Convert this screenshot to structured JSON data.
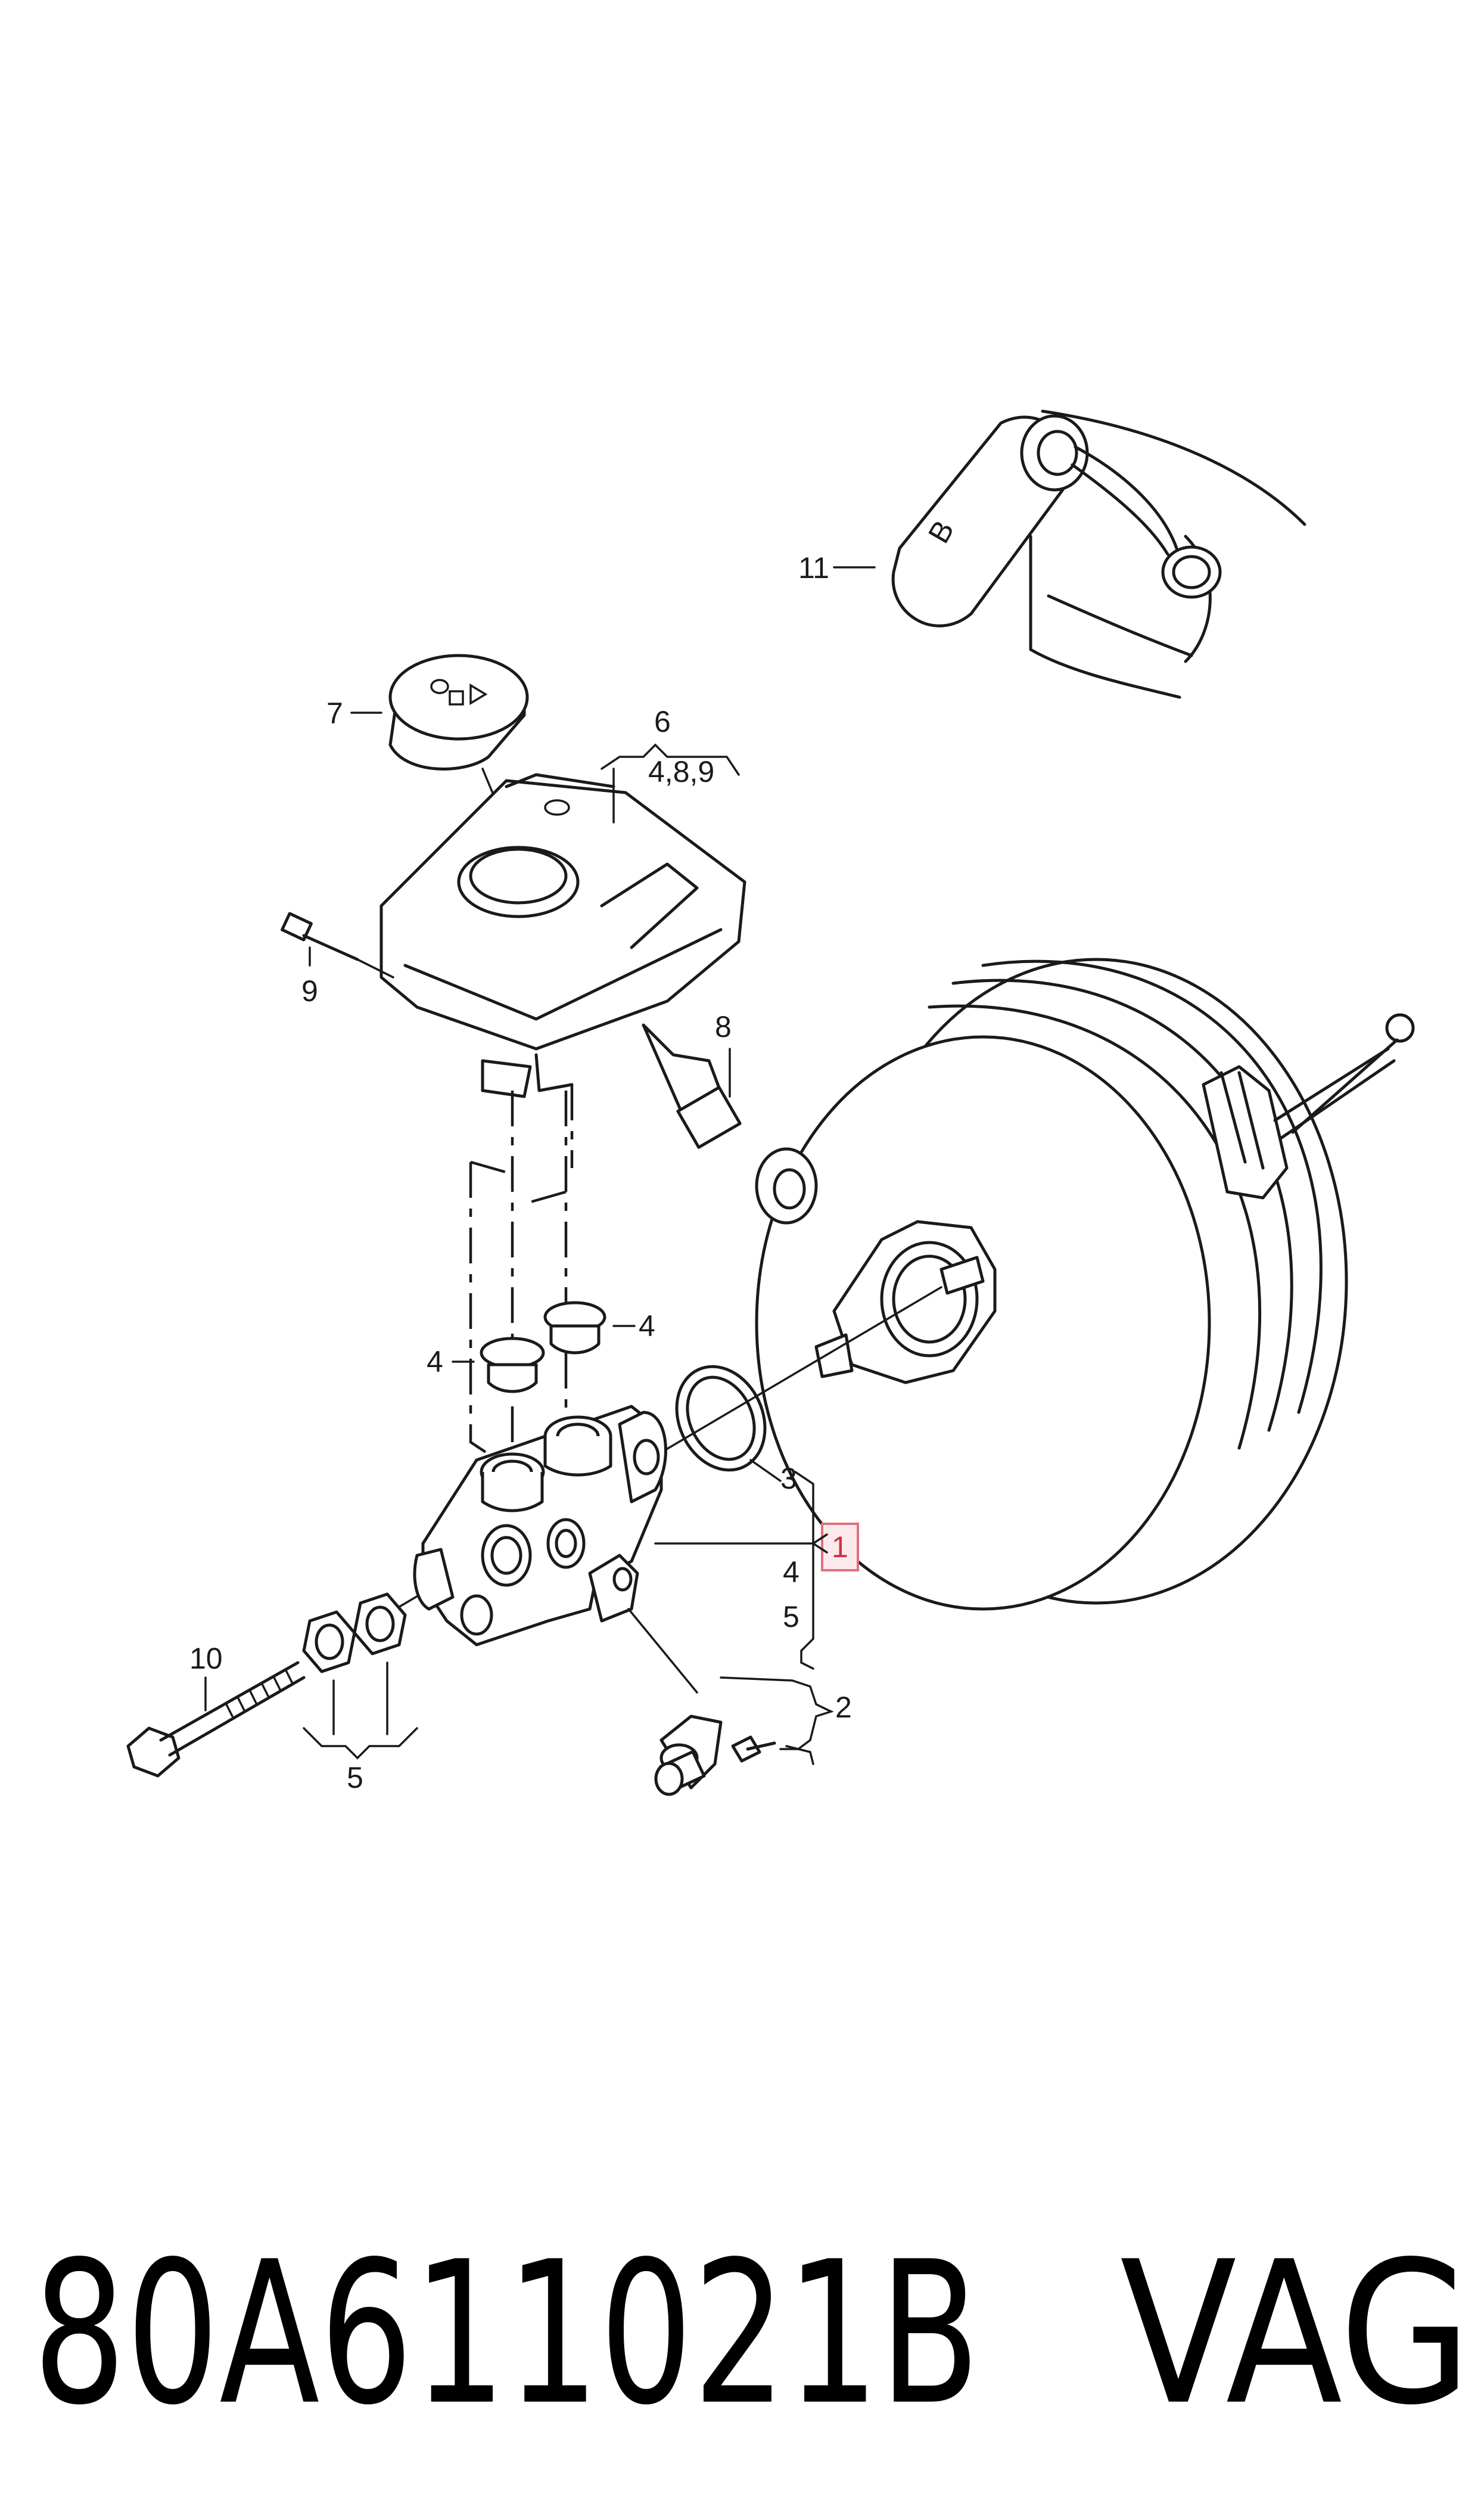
{
  "callouts": {
    "c1": "1",
    "c2": "2",
    "c3": "3",
    "c4a": "4",
    "c4b": "4",
    "c4c": "4",
    "c5a": "5",
    "c5b": "5",
    "c6": "6",
    "c6sub": "4,8,9",
    "c7": "7",
    "c8": "8",
    "c9": "9",
    "c10": "10",
    "c11": "11"
  },
  "cap_letter": "B",
  "footer": {
    "part_number": "80A611021B",
    "brand": "VAG"
  },
  "colors": {
    "line": "#1a1a1a",
    "highlight_stroke": "#e0707c",
    "highlight_fill": "#fde9ec"
  }
}
